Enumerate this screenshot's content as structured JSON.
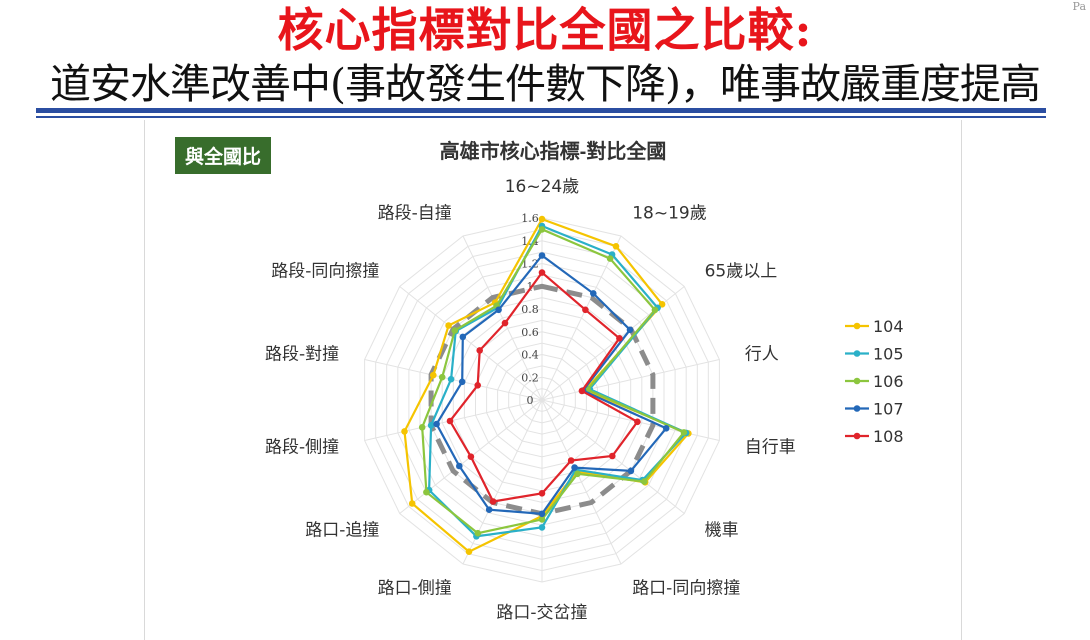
{
  "slide": {
    "title": "核心指標對比全國之比較:",
    "subtitle": "道安水準改善中(事故發生件數下降)，唯事故嚴重度提高",
    "page_tag": "Pa"
  },
  "chart_badge": "與全國比",
  "colors": {
    "title_red": "#e8151b",
    "rule_blue": "#2b4ea1",
    "badge_green": "#386d2c",
    "national_dash": "#8c8c8c"
  },
  "chart_data": {
    "type": "radar",
    "title": "高雄市核心指標-對比全國",
    "axes": [
      "16~24歲",
      "18~19歲",
      "65歲以上",
      "行人",
      "自行車",
      "機車",
      "路口-同向擦撞",
      "路口-交岔撞",
      "路口-側撞",
      "路口-追撞",
      "路段-側撞",
      "路段-對撞",
      "路段-同向擦撞",
      "路段-自撞"
    ],
    "radial_ticks": [
      "0",
      "0.2",
      "0.4",
      "0.6",
      "0.8",
      "1",
      "1.2",
      "1.4",
      "1.6"
    ],
    "rmax": 1.6,
    "legend_position": "right",
    "reference": {
      "value": 1.0,
      "style": "dashed",
      "color": "#8c8c8c"
    },
    "series": [
      {
        "name": "104",
        "color": "#f5c400",
        "values": [
          1.59,
          1.5,
          1.35,
          0.39,
          1.32,
          1.16,
          0.7,
          1.02,
          1.48,
          1.46,
          1.24,
          0.98,
          1.05,
          0.95
        ]
      },
      {
        "name": "105",
        "color": "#2ab0c8",
        "values": [
          1.53,
          1.42,
          1.3,
          0.43,
          1.3,
          1.13,
          0.68,
          1.12,
          1.33,
          1.27,
          1.0,
          0.82,
          0.97,
          0.9
        ]
      },
      {
        "name": "106",
        "color": "#8cc63e",
        "values": [
          1.5,
          1.38,
          1.27,
          0.41,
          1.28,
          1.15,
          0.72,
          1.05,
          1.3,
          1.3,
          1.08,
          0.9,
          0.98,
          0.92
        ]
      },
      {
        "name": "107",
        "color": "#2368b8",
        "values": [
          1.27,
          1.04,
          0.99,
          0.37,
          1.12,
          1.0,
          0.66,
          1.0,
          1.07,
          0.93,
          0.95,
          0.72,
          0.89,
          0.88
        ]
      },
      {
        "name": "108",
        "color": "#e0242b",
        "values": [
          1.12,
          0.88,
          0.87,
          0.36,
          0.86,
          0.79,
          0.59,
          0.82,
          0.99,
          0.8,
          0.83,
          0.58,
          0.7,
          0.75
        ]
      }
    ]
  }
}
